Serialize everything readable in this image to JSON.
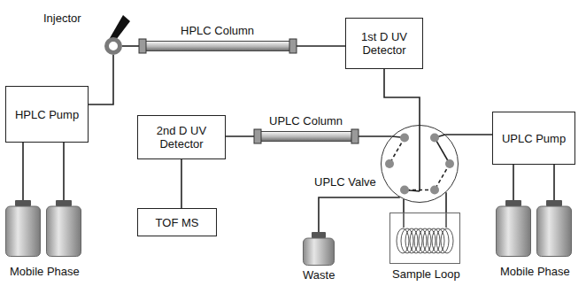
{
  "diagram": {
    "nodes": [
      {
        "text": [
          "Injector"
        ]
      },
      {
        "text": [
          "HPLC Column"
        ]
      },
      {
        "text": [
          "1st D UV Detector"
        ]
      },
      {
        "text": [
          "HPLC Pump"
        ]
      },
      {
        "text": [
          "2nd D UV Detector"
        ]
      },
      {
        "text": [
          "UPLC Column"
        ]
      },
      {
        "text": [
          "UPLC Valve"
        ]
      },
      {
        "text": [
          "UPLC Pump"
        ]
      },
      {
        "text": [
          "TOF MS"
        ]
      },
      {
        "text": [
          "Mobile Phase"
        ]
      },
      {
        "text": [
          "Waste"
        ]
      },
      {
        "text": [
          "Sample Loop"
        ]
      },
      {
        "text": [
          "Mobile Phase"
        ]
      }
    ],
    "edges": [
      {
        "from": 3,
        "to": 0,
        "arrow": "none"
      },
      {
        "from": 0,
        "to": 1,
        "arrow": "none"
      },
      {
        "from": 1,
        "to": 2,
        "arrow": "none"
      },
      {
        "from": 2,
        "to": 6,
        "arrow": "none"
      },
      {
        "from": 7,
        "to": 6,
        "arrow": "none"
      },
      {
        "from": 6,
        "to": 5,
        "arrow": "none"
      },
      {
        "from": 5,
        "to": 4,
        "arrow": "none"
      },
      {
        "from": 4,
        "to": 8,
        "arrow": "none"
      },
      {
        "from": 6,
        "to": 11,
        "arrow": "none"
      },
      {
        "from": 6,
        "to": 10,
        "arrow": "none"
      },
      {
        "from": 9,
        "to": 3,
        "arrow": "none"
      },
      {
        "from": 12,
        "to": 7,
        "arrow": "none"
      }
    ]
  }
}
